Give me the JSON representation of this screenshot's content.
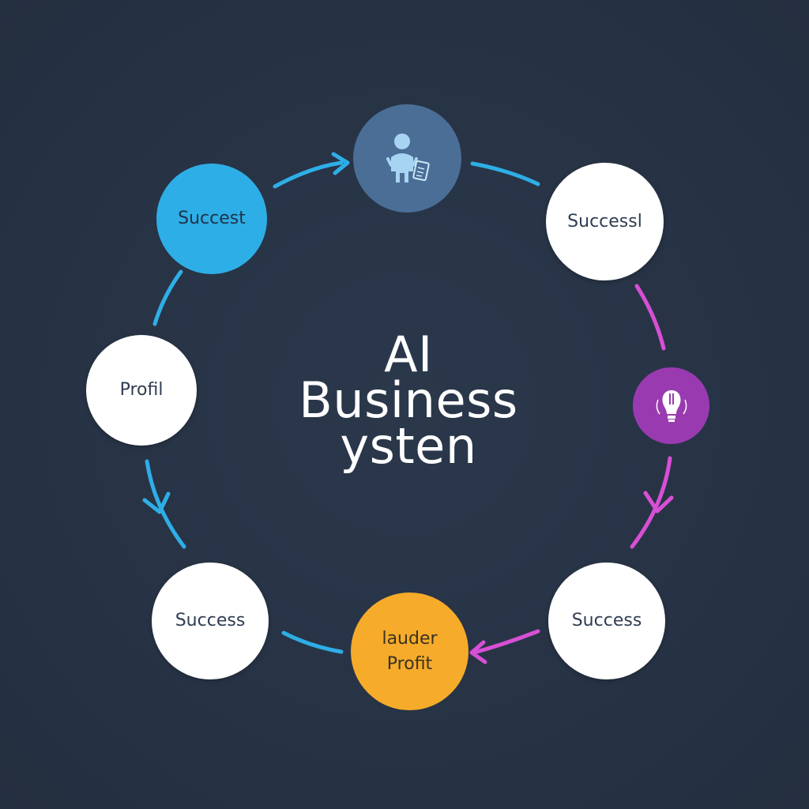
{
  "title": {
    "line1": "AI",
    "line2": "Business",
    "line3": "ysten"
  },
  "nodes": {
    "top_left": {
      "label": "Succest",
      "color": "#2eaee6"
    },
    "top": {
      "icon": "person-with-document-icon",
      "color": "#4a6e96"
    },
    "top_right": {
      "label": "Successl",
      "color": "#ffffff"
    },
    "left": {
      "label": "Profil",
      "color": "#ffffff"
    },
    "right": {
      "icon": "lightbulb-icon",
      "color": "#9a3ab0"
    },
    "bottom_left": {
      "label": "Success",
      "color": "#ffffff"
    },
    "bottom": {
      "label_line1": "lauder",
      "label_line2": "Profit",
      "color": "#f6ab2a"
    },
    "bottom_right": {
      "label": "Success",
      "color": "#ffffff"
    }
  },
  "colors": {
    "background": "#273345",
    "connector_blue": "#2eaee6",
    "connector_magenta": "#d84fd6"
  }
}
